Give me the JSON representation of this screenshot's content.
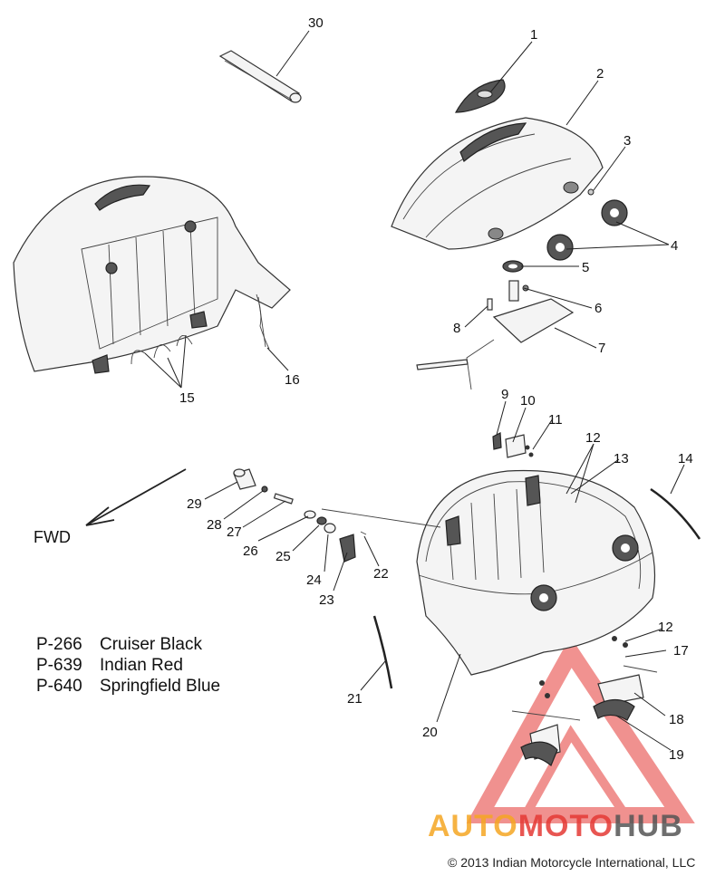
{
  "diagram": {
    "callouts": [
      {
        "id": "c1",
        "text": "1"
      },
      {
        "id": "c2",
        "text": "2"
      },
      {
        "id": "c3",
        "text": "3"
      },
      {
        "id": "c4",
        "text": "4"
      },
      {
        "id": "c5",
        "text": "5"
      },
      {
        "id": "c6",
        "text": "6"
      },
      {
        "id": "c7",
        "text": "7"
      },
      {
        "id": "c8",
        "text": "8"
      },
      {
        "id": "c9",
        "text": "9"
      },
      {
        "id": "c10",
        "text": "10"
      },
      {
        "id": "c11",
        "text": "11"
      },
      {
        "id": "c12a",
        "text": "12"
      },
      {
        "id": "c12b",
        "text": "12"
      },
      {
        "id": "c13",
        "text": "13"
      },
      {
        "id": "c14",
        "text": "14"
      },
      {
        "id": "c15",
        "text": "15"
      },
      {
        "id": "c16",
        "text": "16"
      },
      {
        "id": "c17",
        "text": "17"
      },
      {
        "id": "c18",
        "text": "18"
      },
      {
        "id": "c19",
        "text": "19"
      },
      {
        "id": "c20",
        "text": "20"
      },
      {
        "id": "c21",
        "text": "21"
      },
      {
        "id": "c22",
        "text": "22"
      },
      {
        "id": "c23",
        "text": "23"
      },
      {
        "id": "c24",
        "text": "24"
      },
      {
        "id": "c25",
        "text": "25"
      },
      {
        "id": "c26",
        "text": "26"
      },
      {
        "id": "c27",
        "text": "27"
      },
      {
        "id": "c28",
        "text": "28"
      },
      {
        "id": "c29",
        "text": "29"
      },
      {
        "id": "c30",
        "text": "30"
      }
    ],
    "fwd_label": "FWD"
  },
  "legend": [
    {
      "code": "P-266",
      "name": "Cruiser Black"
    },
    {
      "code": "P-639",
      "name": "Indian Red"
    },
    {
      "code": "P-640",
      "name": "Springfield Blue"
    }
  ],
  "watermark": {
    "part1": "AUTO",
    "part2": "MOTO",
    "part3": "HUB"
  },
  "copyright": "© 2013 Indian Motorcycle International, LLC",
  "colors": {
    "watermark_orange": "#f5a623",
    "watermark_red": "#e53935",
    "watermark_gray": "#555555"
  }
}
